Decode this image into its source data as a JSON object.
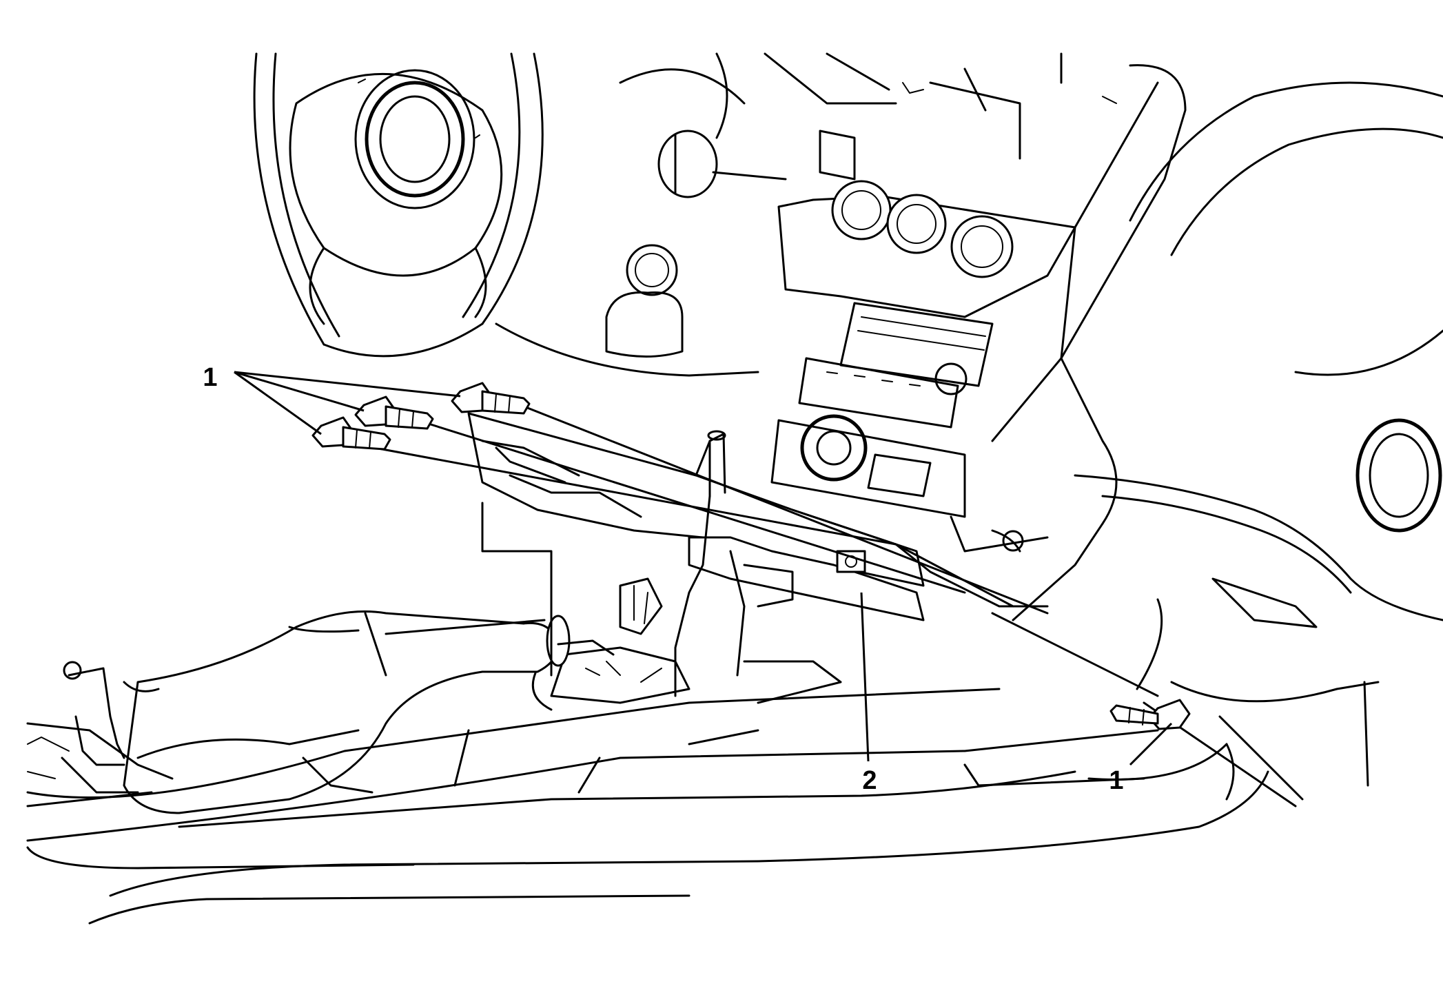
{
  "diagram": {
    "callouts": [
      {
        "id": "fastener-left",
        "label": "1"
      },
      {
        "id": "fastener-right",
        "label": "1"
      },
      {
        "id": "bracket",
        "label": "2"
      }
    ]
  }
}
